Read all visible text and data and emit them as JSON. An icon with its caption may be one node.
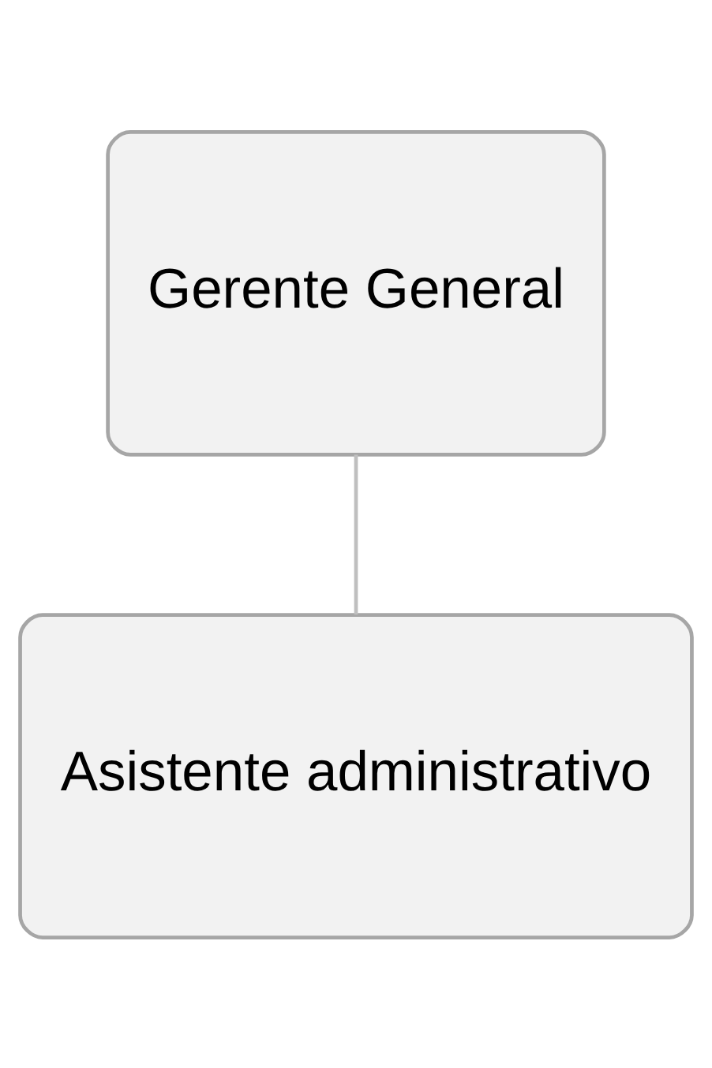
{
  "diagram": {
    "nodes": [
      {
        "text": [
          "Gerente General"
        ]
      },
      {
        "text": [
          "Asistente administrativo"
        ]
      }
    ],
    "edges": [
      {
        "from": 0,
        "to": 1,
        "arrow": "none"
      }
    ]
  }
}
